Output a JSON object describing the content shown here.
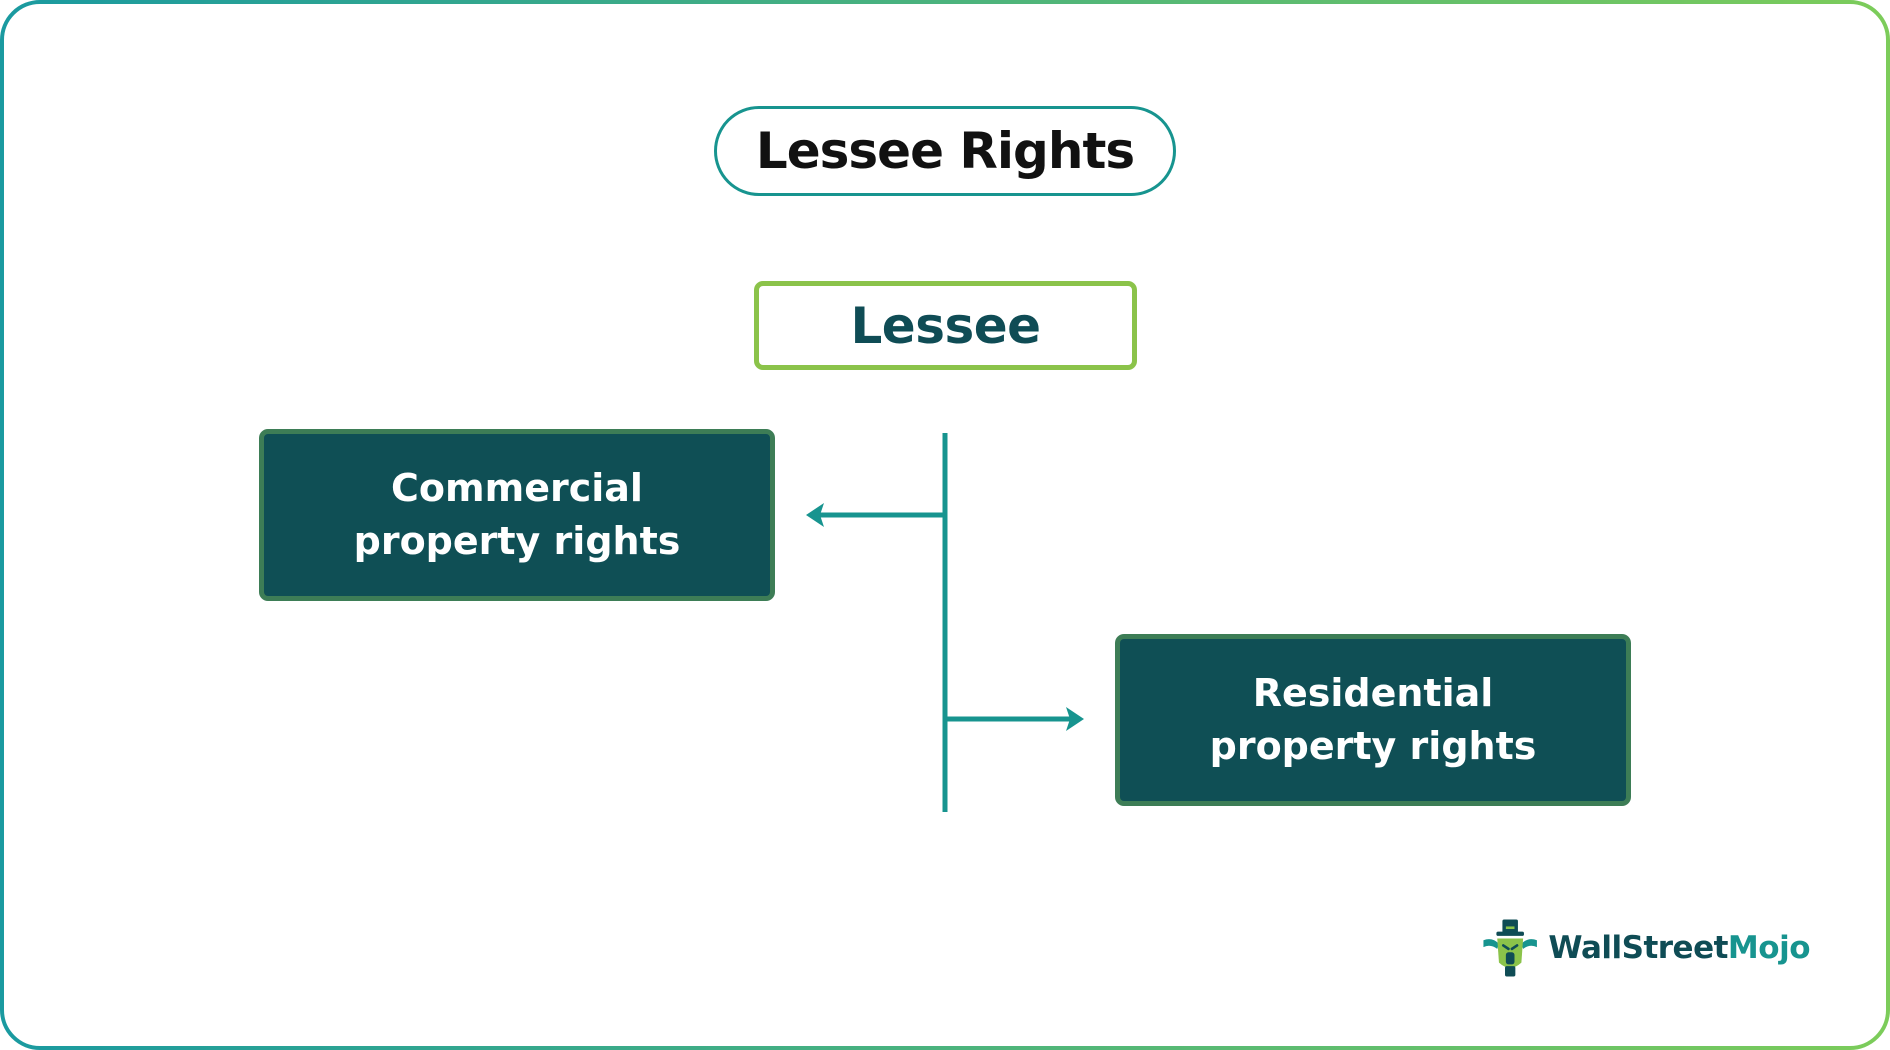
{
  "title": "Lessee Rights",
  "root": {
    "label": "Lessee"
  },
  "branches": [
    {
      "line1": "Commercial",
      "line2": "property rights"
    },
    {
      "line1": "Residential",
      "line2": "property rights"
    }
  ],
  "logo": {
    "part1": "WallStreet",
    "part2": "Mojo"
  },
  "colors": {
    "frame_start": "#1a9aa0",
    "frame_end": "#7ccc5a",
    "teal": "#17948f",
    "dark_box": "#0f4f55",
    "root_border": "#8bc34a",
    "box_border": "#3d7d56"
  }
}
